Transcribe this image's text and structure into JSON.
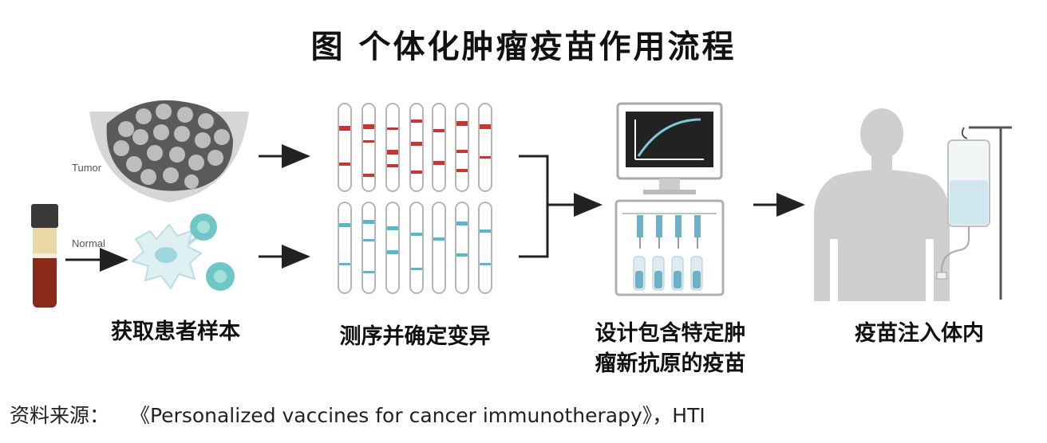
{
  "title": "图  个体化肿瘤疫苗作用流程",
  "labels": {
    "tumor": "Tumor",
    "normal": "Normal"
  },
  "steps": [
    {
      "label": "获取患者样本"
    },
    {
      "label": "测序并确定变异"
    },
    {
      "label_line1": "设计包含特定肿",
      "label_line2": "瘤新抗原的疫苗"
    },
    {
      "label": "疫苗注入体内"
    }
  ],
  "source": {
    "prefix": "资料来源：",
    "citation": "《Personalized vaccines for cancer immunotherapy》，HTI"
  },
  "colors": {
    "tumor_band": "#cc3333",
    "normal_band": "#55b8cc",
    "arrow": "#222222",
    "blood": "#8a2a1a",
    "silhouette": "#cfcfcf",
    "cell": "#6fc7c5"
  },
  "icons": [
    "tumor-tissue-icon",
    "blood-tube-icon",
    "immune-cell-icon",
    "chromosome-icon",
    "computer-monitor-icon",
    "vaccine-vials-icon",
    "human-silhouette-icon",
    "iv-bag-icon"
  ]
}
